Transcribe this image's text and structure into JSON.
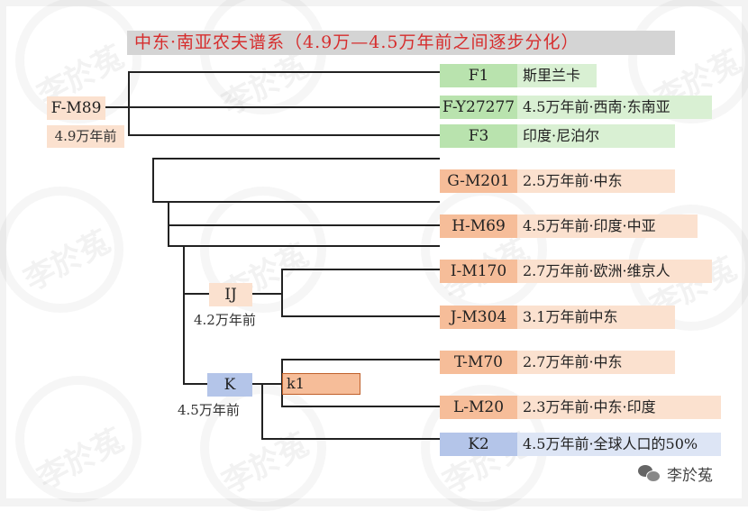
{
  "title": "中东·南亚农夫谱系（4.9万—4.5万年前之间逐步分化）",
  "root": {
    "label": "F-M89",
    "note": "4.9万年前"
  },
  "ij": {
    "label": "IJ",
    "note": "4.2万年前"
  },
  "k": {
    "label": "K",
    "note": "4.5万年前"
  },
  "k1": {
    "label": "k1"
  },
  "leaves": [
    {
      "label": "F1",
      "desc": "斯里兰卡"
    },
    {
      "label": "F-Y27277",
      "desc": "4.5万年前·西南·东南亚"
    },
    {
      "label": "F3",
      "desc": "印度·尼泊尔"
    },
    {
      "label": "G-M201",
      "desc": "2.5万年前·中东"
    },
    {
      "label": "H-M69",
      "desc": "4.5万年前·印度·中亚"
    },
    {
      "label": "I-M170",
      "desc": "2.7万年前·欧洲·维京人"
    },
    {
      "label": "J-M304",
      "desc": "3.1万年前中东"
    },
    {
      "label": "T-M70",
      "desc": "2.7万年前·中东"
    },
    {
      "label": "L-M20",
      "desc": "2.3万年前·中东·印度"
    },
    {
      "label": "K2",
      "desc": "4.5万年前·全球人口的50%"
    }
  ],
  "watermark": "李於菟",
  "brand": "李於菟",
  "colors": {
    "title_text": "#d62d2d",
    "green": "#b9e3ae",
    "orange": "#f6bd99",
    "blue": "#b4c5e9"
  }
}
